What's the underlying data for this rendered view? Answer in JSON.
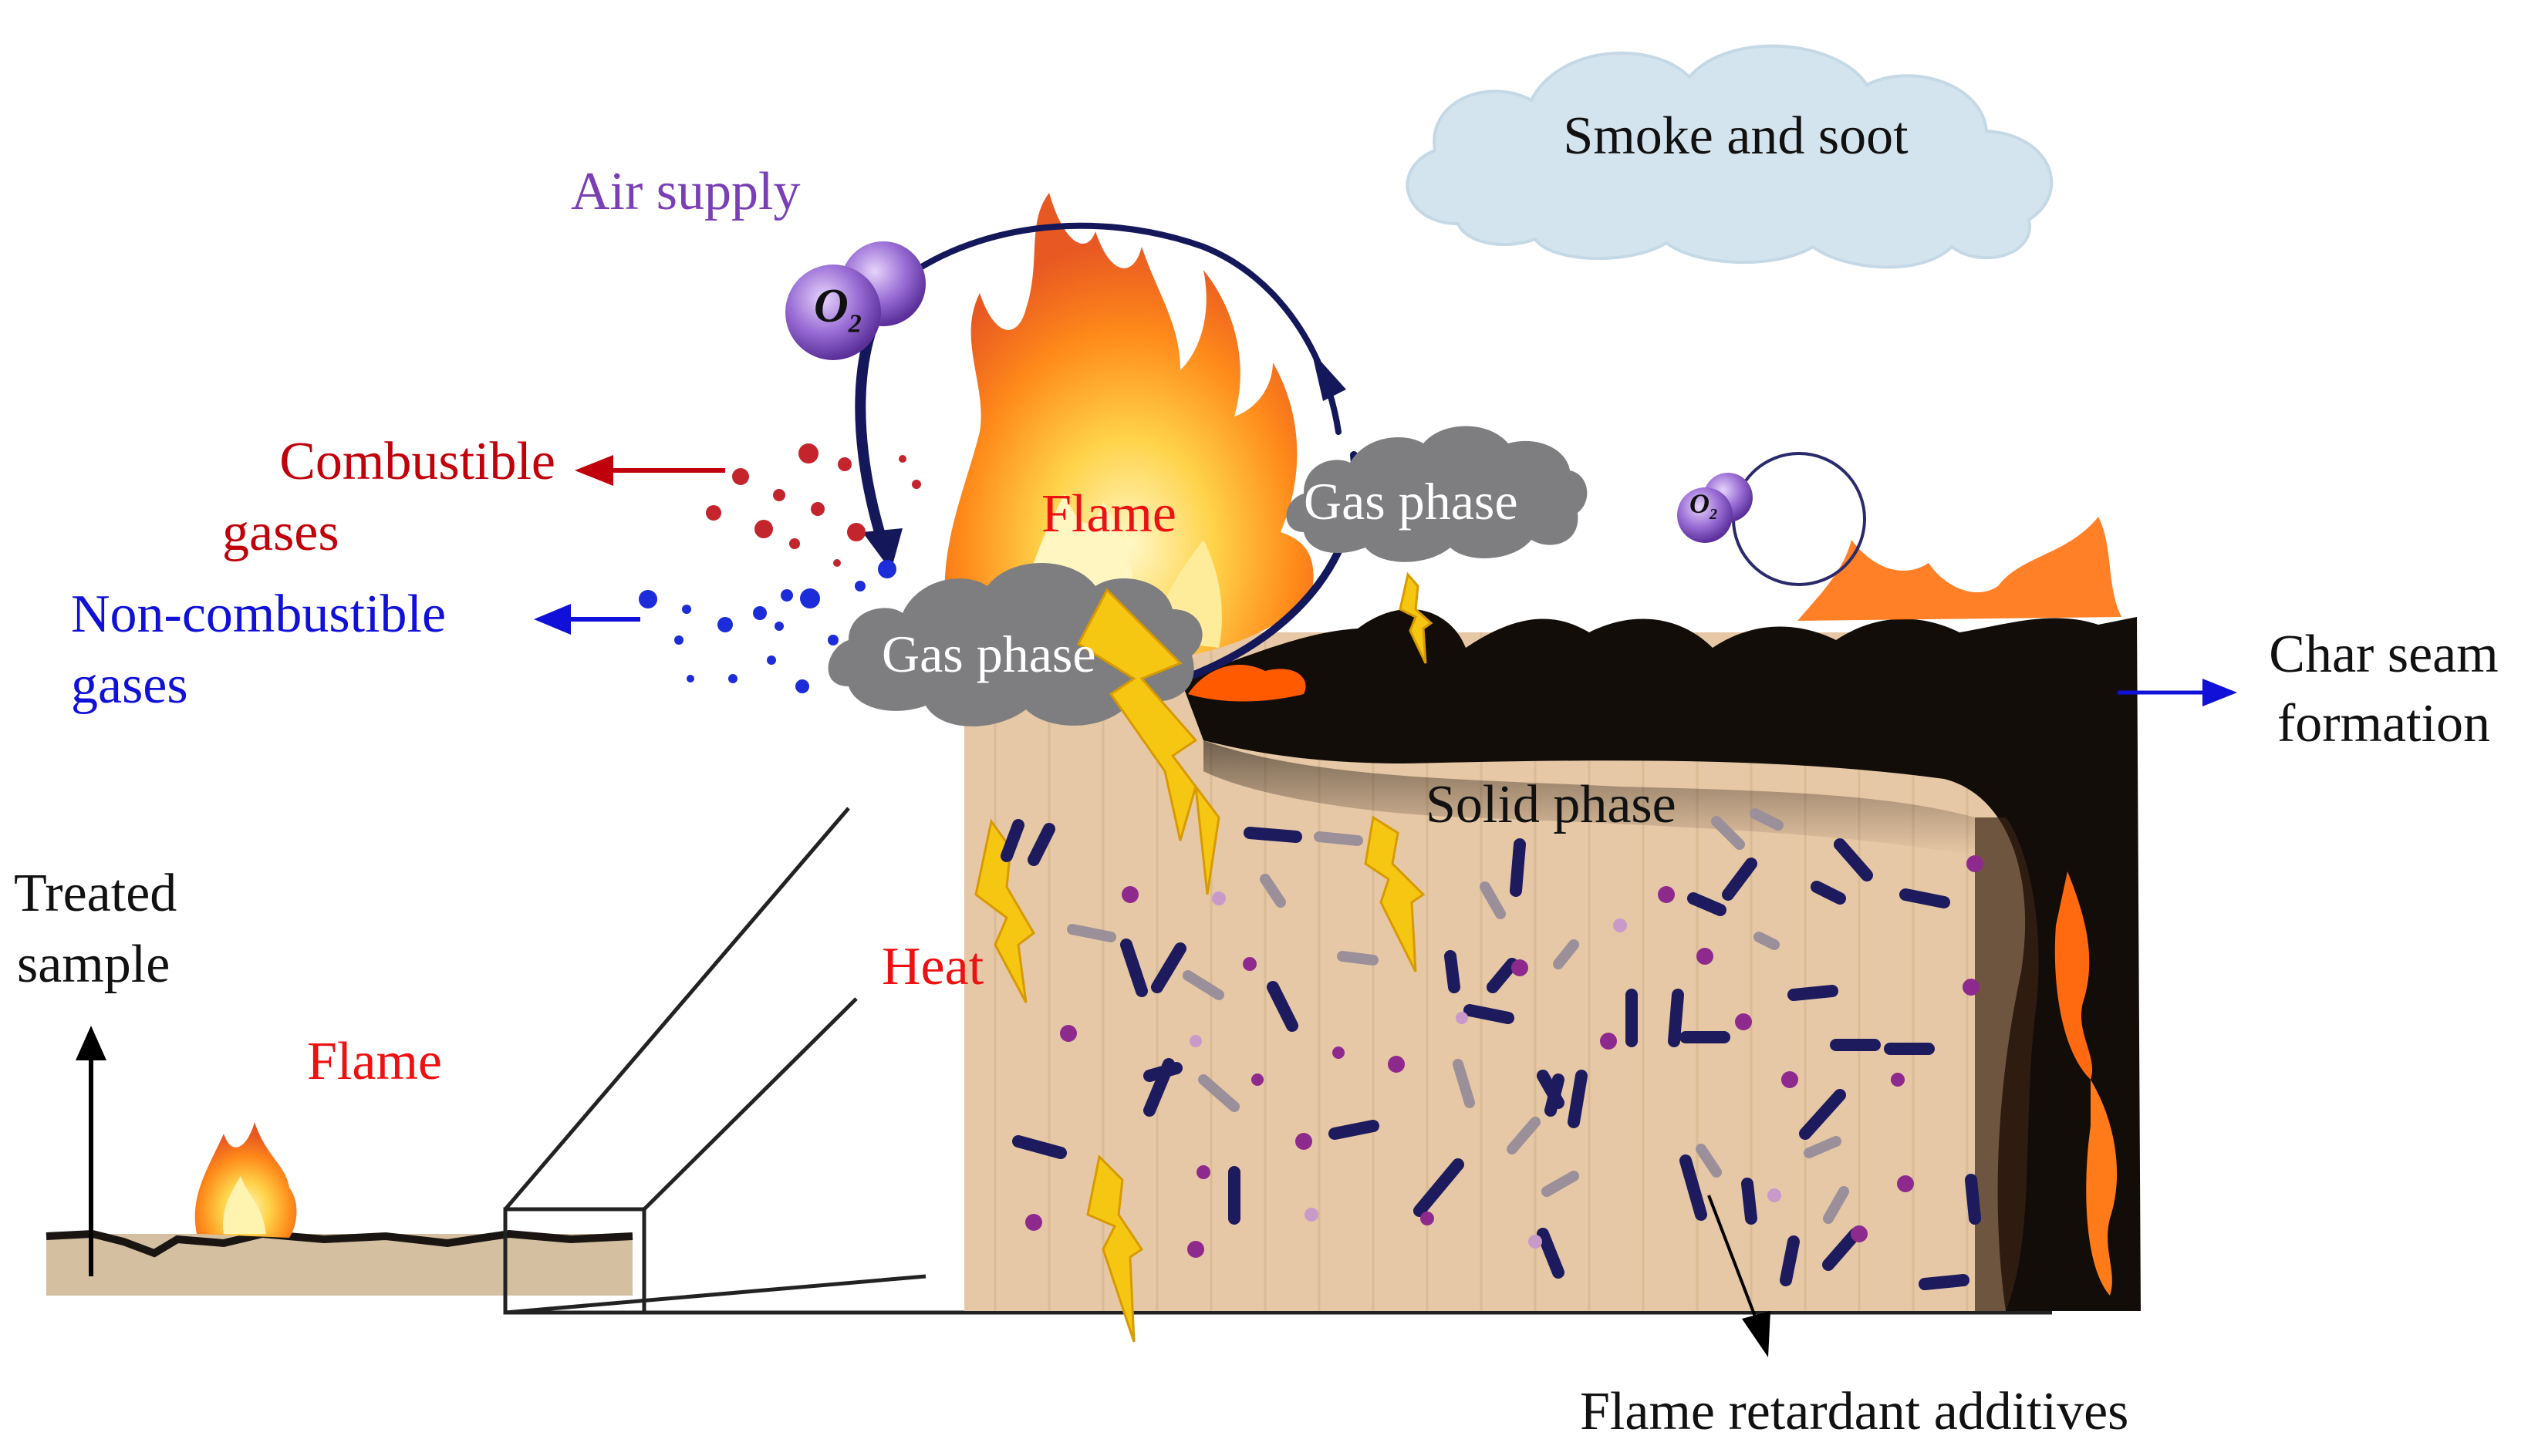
{
  "labels": {
    "smoke": "Smoke and soot",
    "air_supply": "Air supply",
    "o2": "O",
    "o2_sub": "2",
    "combustible": "Combustible",
    "combustible_2": "gases",
    "non_combustible": "Non-combustible",
    "non_combustible_2": "gases",
    "flame_top": "Flame",
    "gas_phase_left": "Gas phase",
    "gas_phase_right": "Gas phase",
    "char_seam": "Char seam",
    "char_seam_2": "formation",
    "solid_phase": "Solid phase",
    "treated": "Treated",
    "treated_2": "sample",
    "heat": "Heat",
    "flame_left": "Flame",
    "additives": "Flame retardant additives"
  },
  "colors": {
    "combustible": "#c0000a",
    "non_combustible": "#1010d8",
    "air_supply": "#7a3fb5",
    "flame_label": "#ee1111",
    "heat_label": "#ee1111",
    "o2_molecule": "#8a5ac8",
    "cycle_arrow": "#14175a",
    "sample": "#e6c7a4",
    "char": "#141010",
    "additive_dark": "#1d1b5e",
    "additive_light": "#9b8f9a",
    "additive_dot": "#8e2a8e",
    "gas_cloud": "#7e7e80",
    "smoke_cloud": "#d3e3ee",
    "lightning": "#f6c712"
  }
}
